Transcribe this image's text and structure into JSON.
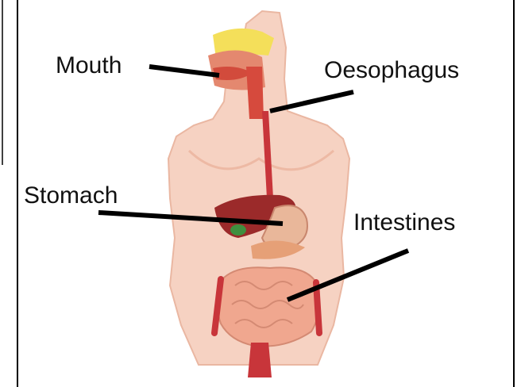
{
  "diagram": {
    "labels": {
      "mouth": "Mouth",
      "oesophagus": "Oesophagus",
      "stomach": "Stomach",
      "intestines": "Intestines"
    },
    "colors": {
      "skin": "#f3c4b0",
      "skin_light": "#fbe3d8",
      "organ_red": "#c8353a",
      "liver": "#9b2a2a",
      "stomach": "#e9b79a",
      "gallbladder": "#3f8f3f",
      "intestine": "#f0a78f",
      "nasal": "#f4df5a",
      "line": "#000000",
      "frame": "#000000"
    }
  }
}
